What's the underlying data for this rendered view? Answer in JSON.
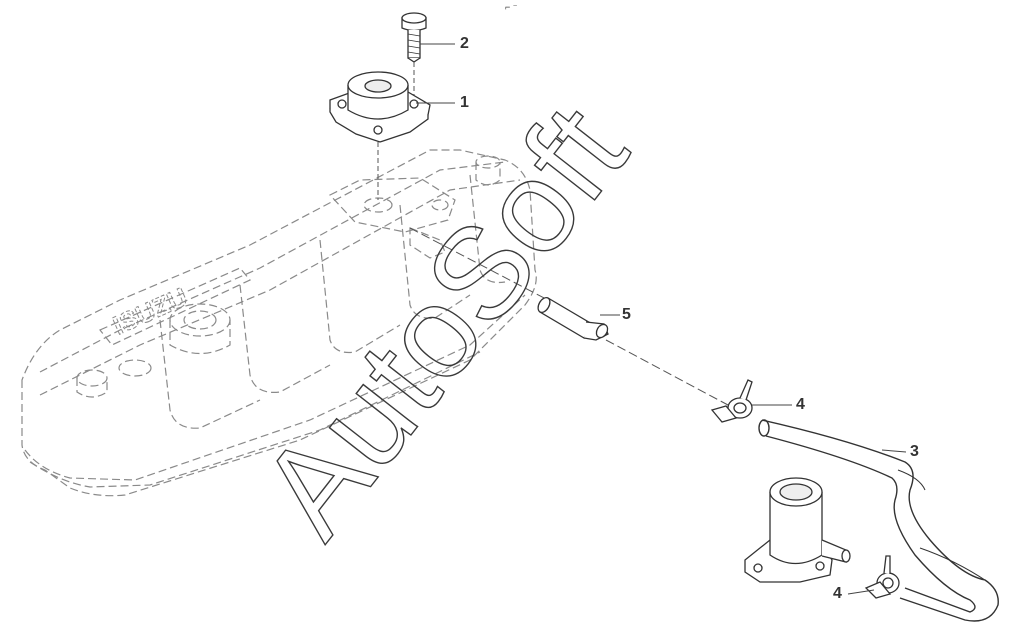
{
  "diagram": {
    "top_mark": "⌐ ⁻",
    "callouts": [
      {
        "id": "1",
        "label": "1"
      },
      {
        "id": "2",
        "label": "2"
      },
      {
        "id": "3",
        "label": "3"
      },
      {
        "id": "4",
        "label": "4"
      },
      {
        "id": "4b",
        "label": "4"
      },
      {
        "id": "5",
        "label": "5"
      }
    ],
    "engraving": "ISUZU",
    "watermark": "AutoSoft",
    "colors": {
      "line": "#333333",
      "dashed": "#888888",
      "watermark_stroke": "#3a3a3a"
    }
  }
}
